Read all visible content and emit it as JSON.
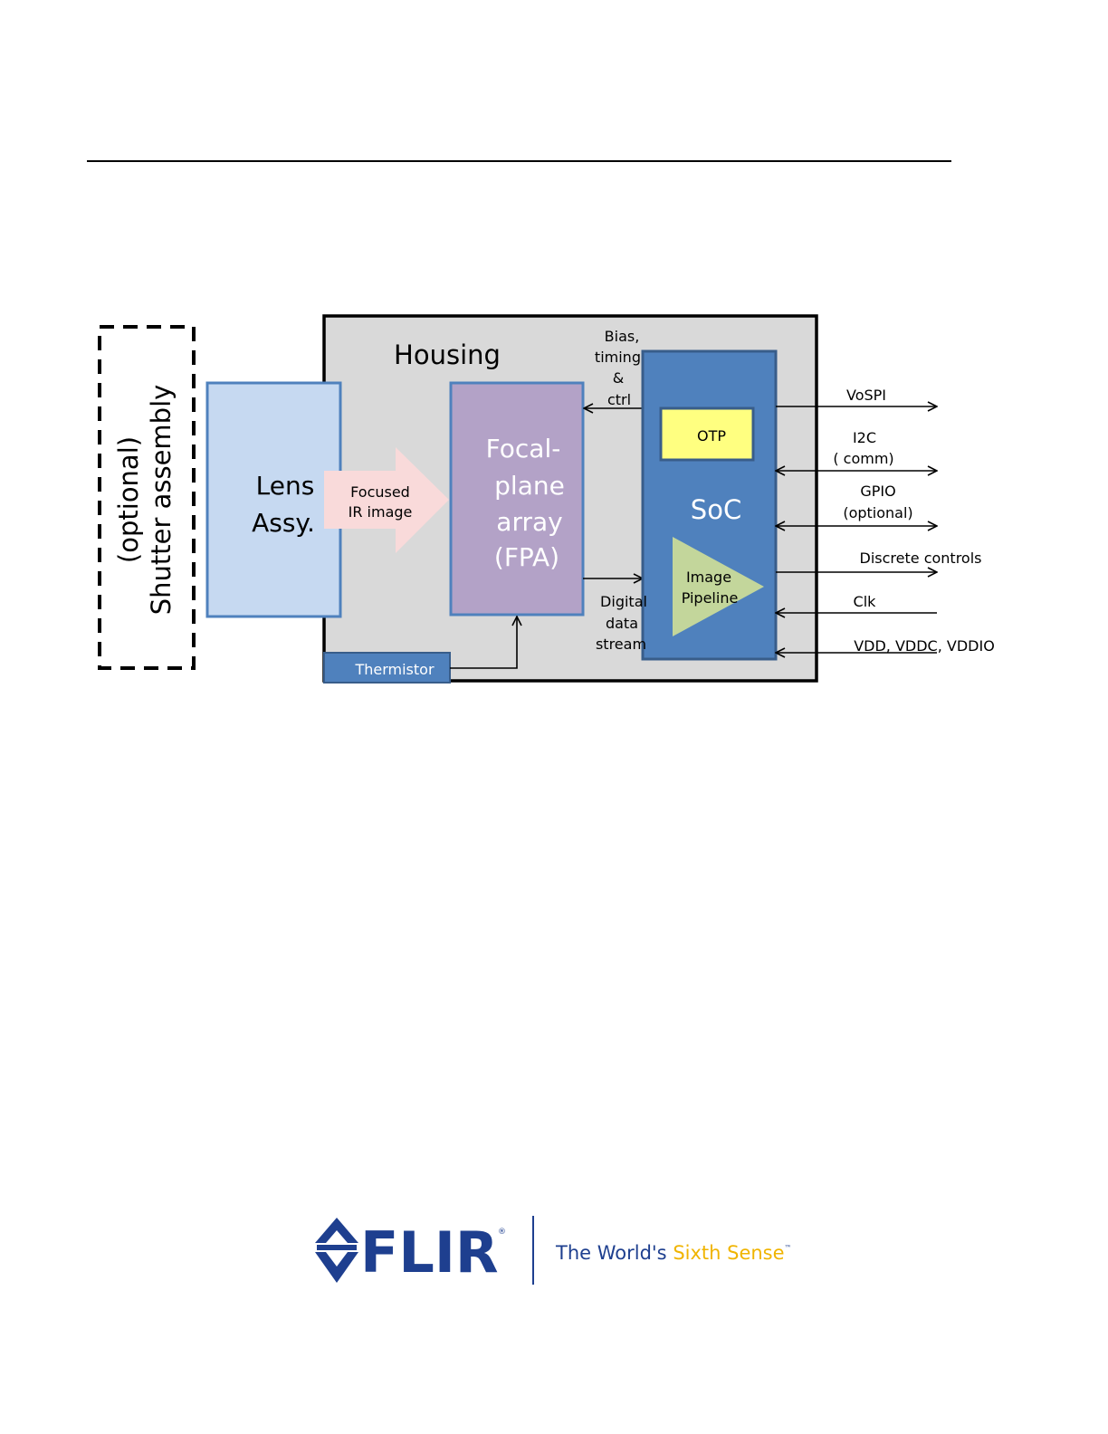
{
  "diagram": {
    "shutter": {
      "line1": "(optional)",
      "line2": "Shutter assembly"
    },
    "housing": {
      "label": "Housing"
    },
    "lens": {
      "line1": "Lens",
      "line2": "Assy."
    },
    "focused_arrow": {
      "line1": "Focused",
      "line2": "IR image"
    },
    "fpa": {
      "line1": "Focal-",
      "line2": "plane",
      "line3": "array",
      "line4": "(FPA)"
    },
    "bias": {
      "line1": "Bias,",
      "line2": "timing,",
      "line3": "&",
      "line4": "ctrl"
    },
    "digital": {
      "line1": "Digital",
      "line2": "data",
      "line3": "stream"
    },
    "soc": {
      "label": "SoC"
    },
    "otp": {
      "label": "OTP"
    },
    "pipeline": {
      "line1": "Image",
      "line2": "Pipeline"
    },
    "thermistor": {
      "label": "Thermistor"
    },
    "signals": {
      "vospi": "VoSPI",
      "i2c_line1": "I2C",
      "i2c_line2": "( comm)",
      "gpio_line1": "GPIO",
      "gpio_line2": "(optional)",
      "discrete": "Discrete controls",
      "clk": "Clk",
      "vdd": "VDD, VDDC, VDDIO"
    }
  },
  "footer": {
    "brand": "FLIR",
    "tagline_part1": "The World's ",
    "tagline_part2": "Sixth Sense",
    "trademark": "™",
    "registered": "®"
  },
  "colors": {
    "housing_fill": "#d9d9d9",
    "lens_fill": "#c6d9f1",
    "lens_border": "#4f81bd",
    "fpa_fill": "#b3a2c7",
    "soc_fill": "#4f81bd",
    "soc_border": "#385d8a",
    "otp_fill": "#ffff80",
    "pipeline_fill": "#c3d69b",
    "arrow_fill": "#f9dada",
    "brand_blue": "#1e3f8f",
    "brand_yellow": "#f0b400"
  }
}
